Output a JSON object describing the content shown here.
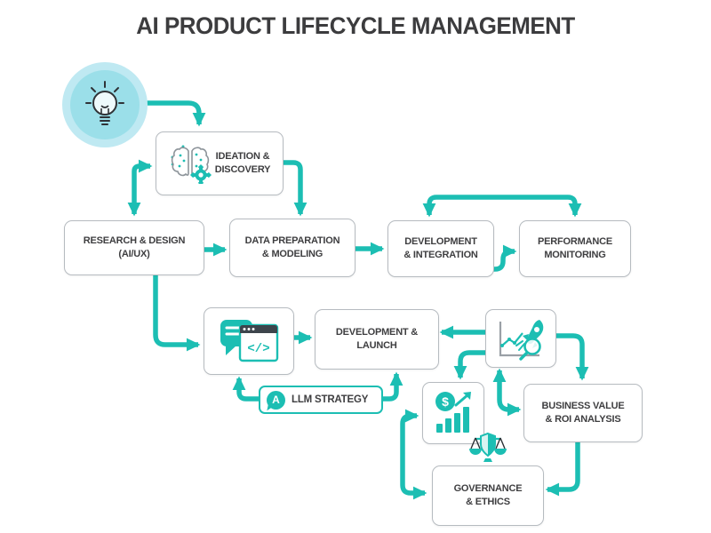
{
  "title": "AI PRODUCT LIFECYCLE MANAGEMENT",
  "colors": {
    "accent_teal": "#1cbeb3",
    "box_border": "#b6bbc0",
    "text_dark": "#3e3e40",
    "circle_outer": "#bfe9f2",
    "circle_inner": "#9bdfe9",
    "window_header_dark": "#3d454c"
  },
  "nodes": {
    "ideation": {
      "label": "IDEATION &\nDISCOVERY"
    },
    "research": {
      "label": "RESEARCH & DESIGN\n(AI/UX)"
    },
    "dataprep": {
      "label": "DATA PREPARATION\n& MODELING"
    },
    "devint": {
      "label": "DEVELOPMENT\n& INTEGRATION"
    },
    "perfmon": {
      "label": "PERFORMANCE\nMONITORING"
    },
    "devlaunch": {
      "label": "DEVELOPMENT &\nLAUNCH"
    },
    "llm": {
      "label": "LLM STRATEGY",
      "badge": "A"
    },
    "bizvalue": {
      "label": "BUSINESS VALUE\n& ROI ANALYSIS"
    },
    "governance": {
      "label": "GOVERNANCE\n& ETHICS"
    }
  },
  "icons": {
    "code_window_text": "</>",
    "coin_symbol": "$"
  }
}
